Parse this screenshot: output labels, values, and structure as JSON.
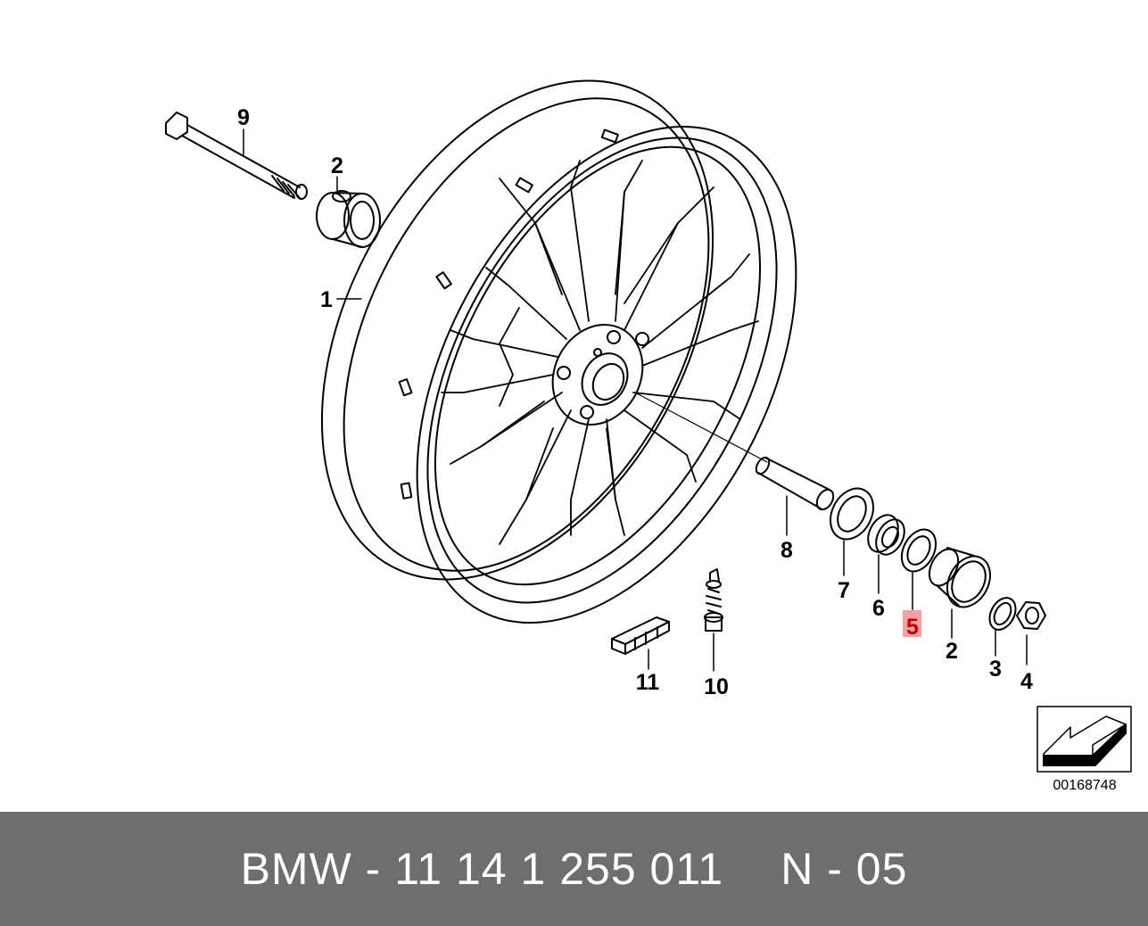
{
  "callouts": {
    "c9": "9",
    "c2_top": "2",
    "c1": "1",
    "c8": "8",
    "c7": "7",
    "c6": "6",
    "c5": "5",
    "c2_right": "2",
    "c3": "3",
    "c4": "4",
    "c11": "11",
    "c10": "10"
  },
  "highlighted_callout": "5",
  "highlight_color": "#f4a0a0",
  "reference_number": "00168748",
  "footer": {
    "part_label": "BMW - 11 14 1 255 011",
    "position_label": "N - 05"
  },
  "icons": [
    "direction-arrow-icon"
  ],
  "colors": {
    "footer_bg": "#6e6e6e",
    "footer_text": "#ffffff",
    "line": "#000000"
  }
}
